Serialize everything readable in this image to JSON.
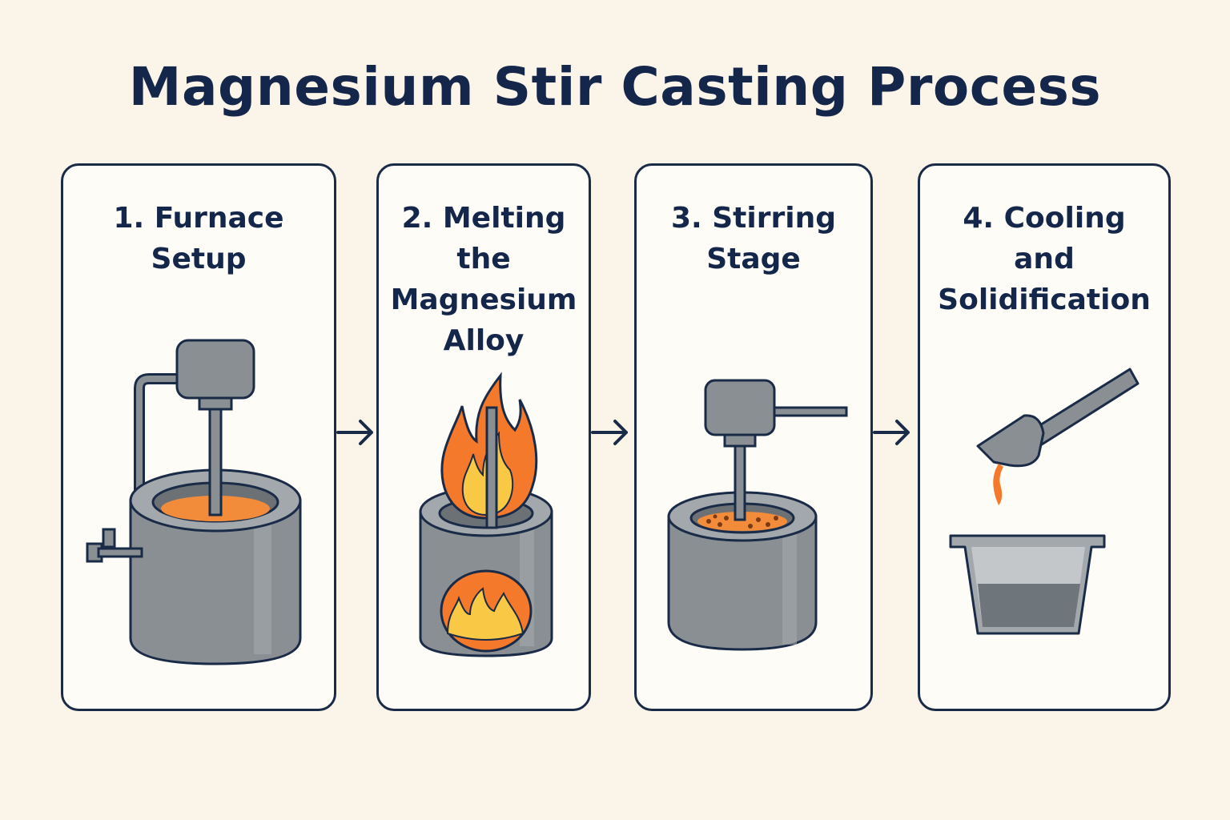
{
  "title": "Magnesium Stir Casting Process",
  "steps": [
    {
      "label": "1. Furnace\nSetup",
      "icon": "furnace-with-stirrer-icon"
    },
    {
      "label": "2. Melting\nthe\nMagnesium\nAlloy",
      "icon": "flaming-crucible-icon"
    },
    {
      "label": "3. Stirring\nStage",
      "icon": "stirring-crucible-icon"
    },
    {
      "label": "4. Cooling\nand\nSolidification",
      "icon": "pouring-into-mold-icon"
    }
  ],
  "colors": {
    "background": "#fbf4e8",
    "panel": "#fefcf6",
    "outline": "#1a2b48",
    "title": "#14264a",
    "metal": "#8a8f94",
    "metal_light": "#a3a8ac",
    "molten": "#f28c3a",
    "flame_outer": "#f5792a",
    "flame_inner": "#f9c945"
  }
}
